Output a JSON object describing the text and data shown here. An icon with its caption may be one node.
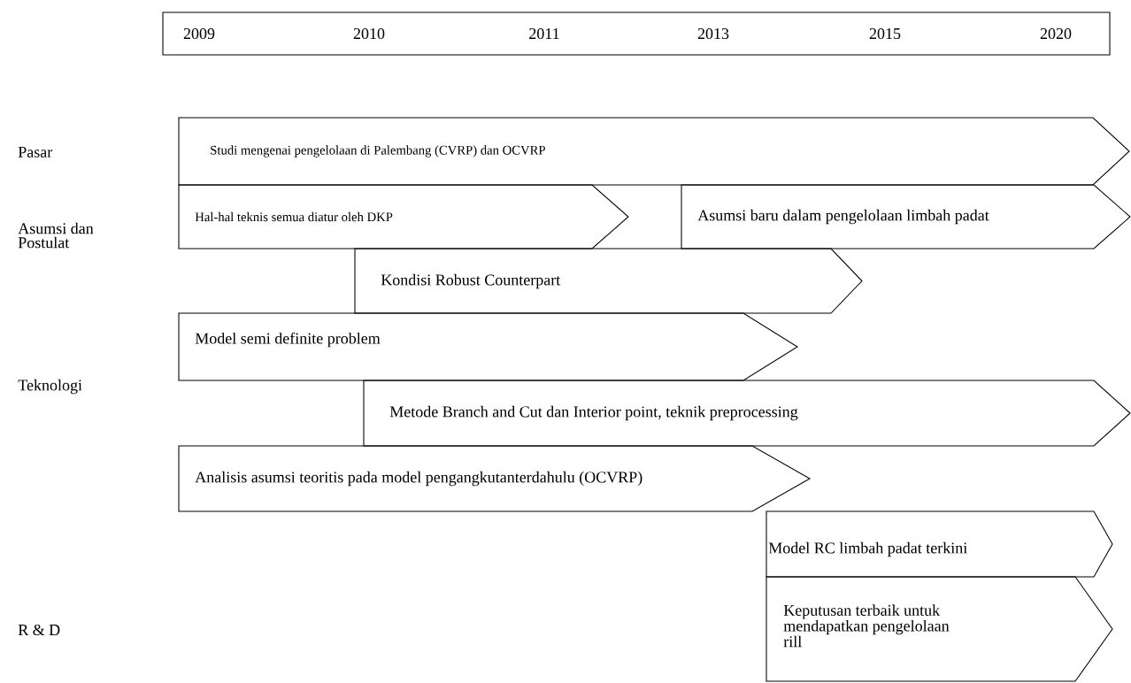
{
  "diagram": {
    "nodes": [
      {
        "text": [
          "Studi mengenai pengelolaan di Palembang (CVRP) dan OCVRP"
        ]
      },
      {
        "text": [
          "Hal-hal teknis semua diatur oleh DKP"
        ]
      },
      {
        "text": [
          "Asumsi baru dalam pengelolaan limbah padat"
        ]
      },
      {
        "text": [
          "Kondisi Robust Counterpart"
        ]
      },
      {
        "text": [
          "Model semi definite problem"
        ]
      },
      {
        "text": [
          "Metode Branch and Cut dan Interior point, teknik preprocessing"
        ]
      },
      {
        "text": [
          "Analisis asumsi teoritis pada model pengangkutanterdahulu (OCVRP)"
        ]
      },
      {
        "text": [
          "Model RC limbah padat terkini"
        ]
      },
      {
        "text": [
          "Keputusan terbaik untuk mendapatkan pengelolaan rill"
        ]
      }
    ],
    "labels": [
      "2009",
      "2010",
      "2011",
      "2013",
      "2015",
      "2020",
      "Pasar",
      "Asumsi dan Postulat",
      "Teknologi",
      "R & D"
    ]
  }
}
